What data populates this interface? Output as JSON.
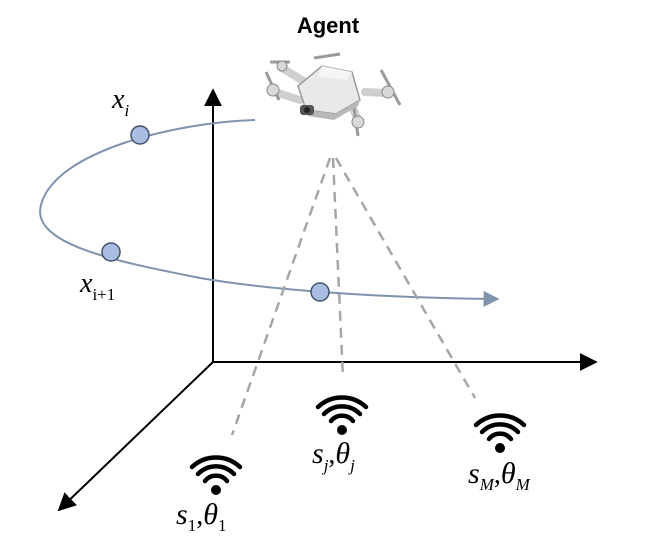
{
  "title": "Agent",
  "colors": {
    "axis": "#000000",
    "trajectory": "#7f93ac",
    "waypoint_fill": "#a9bde3",
    "waypoint_stroke": "#44526b",
    "link": "#a6a6a6",
    "drone_body": "#e6e6e6",
    "drone_shadow": "#a8a8a8",
    "wifi": "#000000"
  },
  "trajectory": {
    "label_start": {
      "base": "x",
      "subscript": "i"
    },
    "label_next": {
      "base": "x",
      "subscript": "i+1"
    }
  },
  "sensors": [
    {
      "id": "1",
      "icon": "wifi-icon",
      "label": {
        "s": "s",
        "s_sub": "1",
        "sep": ",",
        "theta": "θ",
        "theta_sub": "1"
      }
    },
    {
      "id": "j",
      "icon": "wifi-icon",
      "label": {
        "s": "s",
        "s_sub": "j",
        "sep": ",",
        "theta": "θ",
        "theta_sub": "j"
      }
    },
    {
      "id": "M",
      "icon": "wifi-icon",
      "label": {
        "s": "s",
        "s_sub": "M",
        "sep": ",",
        "theta": "θ",
        "theta_sub": "M"
      }
    }
  ],
  "agent_icon": "drone-icon"
}
